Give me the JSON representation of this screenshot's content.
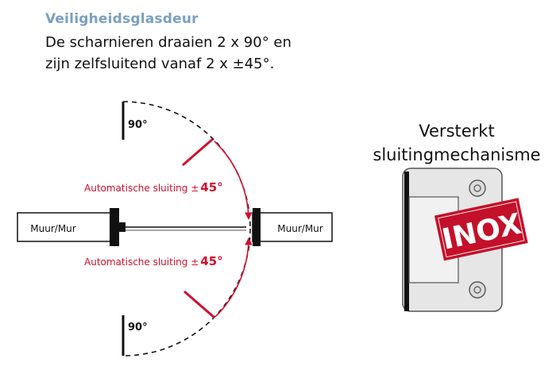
{
  "header": {
    "title": "Veiligheidsglasdeur",
    "line1": "De scharnieren draaien 2 x 90° en",
    "line2": "zijn zelfsluitend vanaf 2 x ±45°."
  },
  "diagram": {
    "angle_top": "90°",
    "angle_bottom": "90°",
    "auto_close_label": "Automatische sluiting ±",
    "auto_close_angle": "45°",
    "wall_left": "Muur/Mur",
    "wall_right": "Muur/Mur",
    "accent_color": "#d0102e"
  },
  "hinge": {
    "title_line1": "Versterkt",
    "title_line2": "sluitingmechanisme",
    "badge": "INOX"
  }
}
